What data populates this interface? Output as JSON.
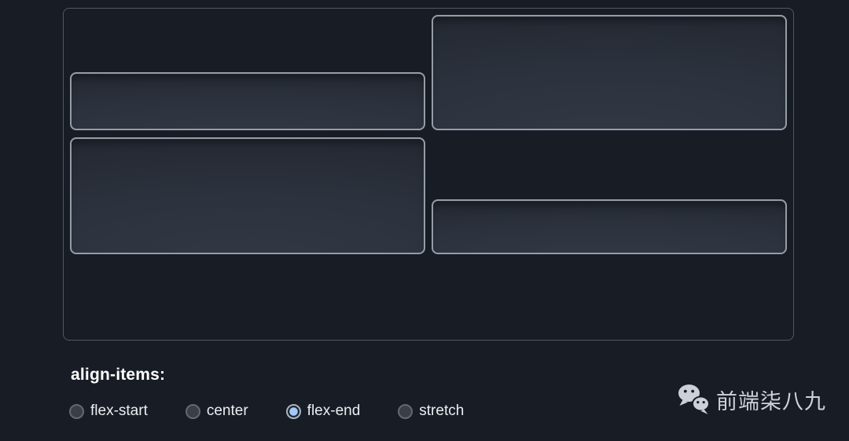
{
  "demo": {
    "container_name": "flex demo container",
    "property_label": "align-items:",
    "selected_value": "flex-end",
    "options": [
      {
        "label": "flex-start",
        "checked": false
      },
      {
        "label": "center",
        "checked": false
      },
      {
        "label": "flex-end",
        "checked": true
      },
      {
        "label": "stretch",
        "checked": false
      }
    ],
    "item_count": 4
  },
  "watermark": {
    "icon": "wechat-icon",
    "brand_text": "前端柒八九"
  },
  "colors": {
    "background": "#171c25",
    "container_border": "#525863",
    "box_border": "#959da8",
    "box_fill": "#2c323d",
    "radio_accent": "#a6c8f8",
    "label_text": "#ffffff",
    "option_text": "#eceef1",
    "watermark_text": "#ced3da"
  }
}
